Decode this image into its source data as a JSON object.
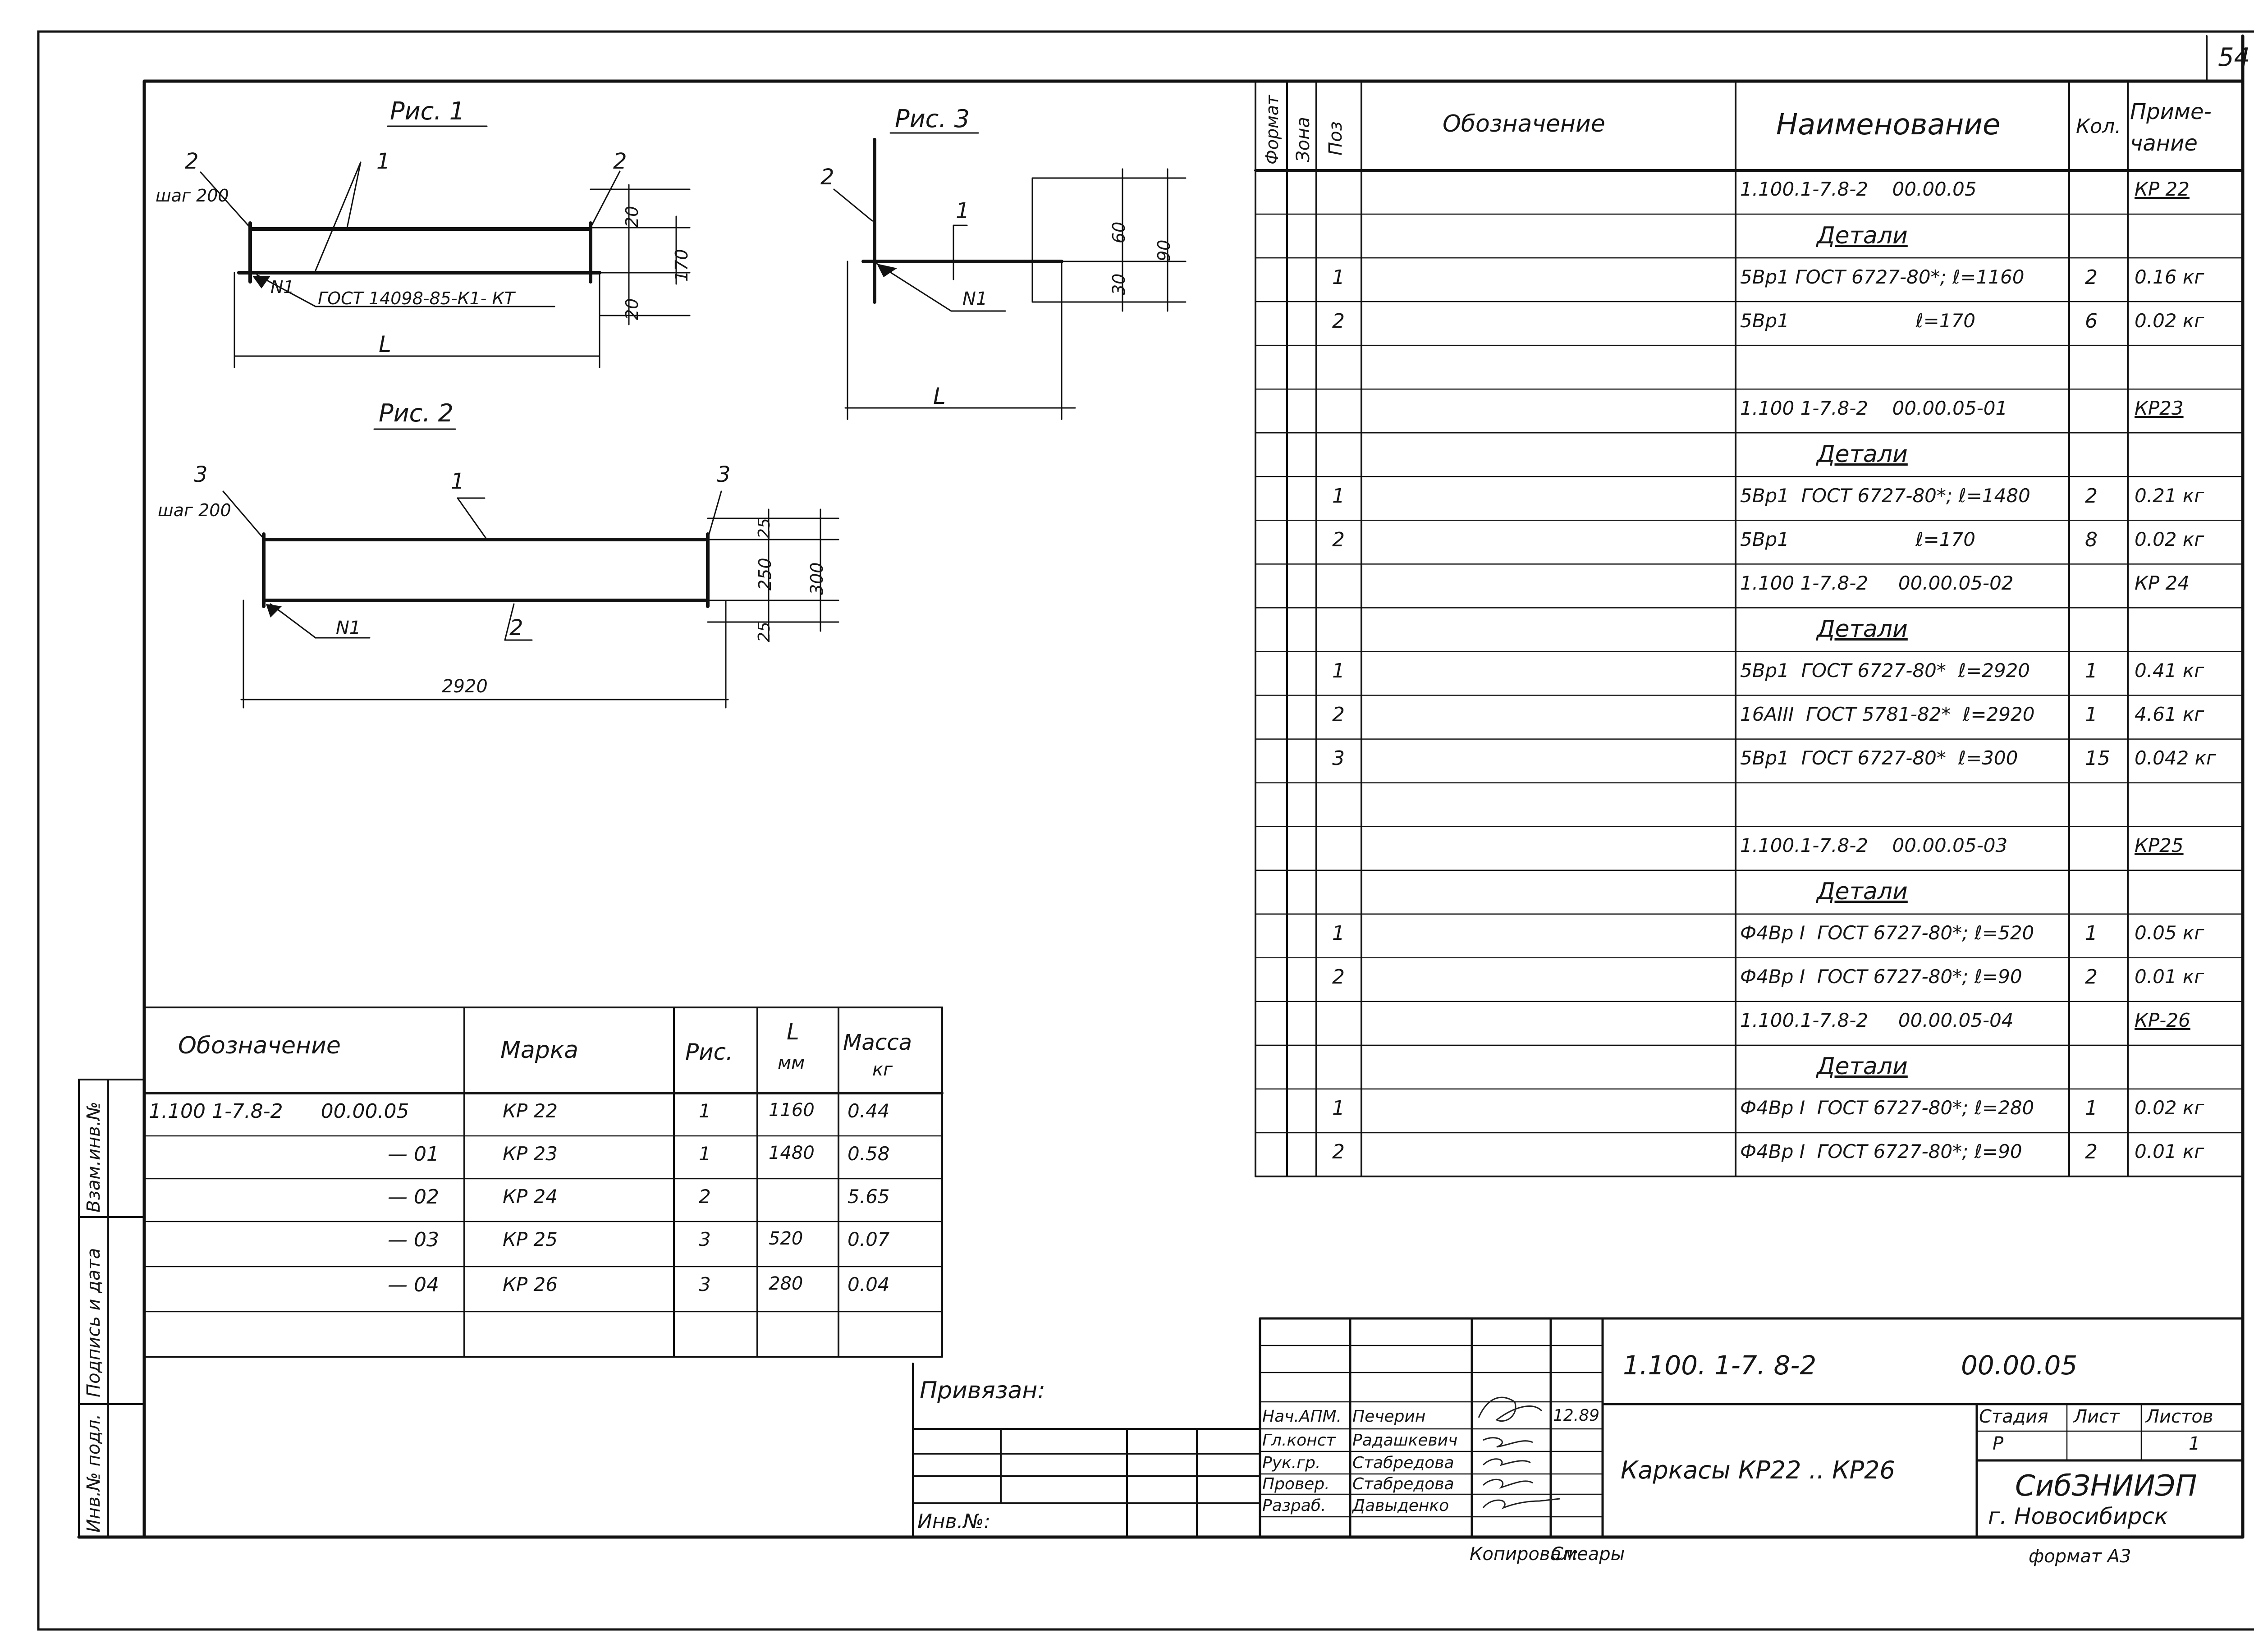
{
  "sheet_number": "54",
  "figures": {
    "fig1": {
      "title": "Рис. 1",
      "labels": {
        "pos2_left": "2",
        "step": "шаг 200",
        "pos1": "1",
        "pos2_right": "2",
        "weld": "N1",
        "gost": "ГОСТ 14098-85-К1- КТ",
        "length": "L",
        "dim_top": "20",
        "dim_bottom": "20",
        "dim_total": "170"
      }
    },
    "fig2": {
      "title": "Рис. 2",
      "labels": {
        "pos3_left": "3",
        "step": "шаг 200",
        "pos1": "1",
        "pos3_right": "3",
        "weld": "N1",
        "pos2": "2",
        "length": "2920",
        "dim_top": "25",
        "dim_mid": "250",
        "dim_bottom": "25",
        "dim_total": "300"
      }
    },
    "fig3": {
      "title": "Рис. 3",
      "labels": {
        "pos2": "2",
        "pos1": "1",
        "weld": "N1",
        "length": "L",
        "dim_60": "60",
        "dim_30": "30",
        "dim_90": "90"
      }
    }
  },
  "marks_table": {
    "headers": [
      "Обозначение",
      "Марка",
      "Рис.",
      "L мм",
      "Масса кг"
    ],
    "header_l_symbol": "L",
    "header_l_unit": "мм",
    "header_mass": "Масса",
    "header_mass_unit": "кг",
    "rows": [
      {
        "designation": "1.100 1-7.8-2      00.00.05",
        "mark": "КР 22",
        "fig": "1",
        "l": "1160",
        "mass": "0.44"
      },
      {
        "designation": "— 01",
        "mark": "КР 23",
        "fig": "1",
        "l": "1480",
        "mass": "0.58"
      },
      {
        "designation": "— 02",
        "mark": "КР 24",
        "fig": "2",
        "l": "",
        "mass": "5.65"
      },
      {
        "designation": "— 03",
        "mark": "КР 25",
        "fig": "3",
        "l": "520",
        "mass": "0.07"
      },
      {
        "designation": "— 04",
        "mark": "КР 26",
        "fig": "3",
        "l": "280",
        "mass": "0.04"
      }
    ]
  },
  "spec_table": {
    "headers": {
      "format": "Формат",
      "zone": "Зона",
      "pos": "Поз",
      "designation": "Обозначение",
      "name": "Наименование",
      "qty": "Кол.",
      "note_1": "Приме-",
      "note_2": "чание"
    },
    "rows": [
      {
        "pos": "",
        "name": "1.100.1-7.8-2    00.00.05",
        "qty": "",
        "note": "КР 22",
        "underline_note": true
      },
      {
        "pos": "",
        "name": "Детали",
        "qty": "",
        "note": "",
        "heading": true
      },
      {
        "pos": "1",
        "name": "5Вр1 ГОСТ 6727-80*; ℓ=1160",
        "qty": "2",
        "note": "0.16 кг"
      },
      {
        "pos": "2",
        "name": "5Вр1                     ℓ=170",
        "qty": "6",
        "note": "0.02 кг"
      },
      {
        "pos": "",
        "name": "",
        "qty": "",
        "note": ""
      },
      {
        "pos": "",
        "name": "1.100 1-7.8-2    00.00.05-01",
        "qty": "",
        "note": "КР23",
        "underline_note": true
      },
      {
        "pos": "",
        "name": "Детали",
        "qty": "",
        "note": "",
        "heading": true
      },
      {
        "pos": "1",
        "name": "5Вр1  ГОСТ 6727-80*; ℓ=1480",
        "qty": "2",
        "note": "0.21 кг"
      },
      {
        "pos": "2",
        "name": "5Вр1                     ℓ=170",
        "qty": "8",
        "note": "0.02 кг"
      },
      {
        "pos": "",
        "name": "1.100 1-7.8-2     00.00.05-02",
        "qty": "",
        "note": "КР 24"
      },
      {
        "pos": "",
        "name": "Детали",
        "qty": "",
        "note": "",
        "heading": true
      },
      {
        "pos": "1",
        "name": "5Вр1  ГОСТ 6727-80*  ℓ=2920",
        "qty": "1",
        "note": "0.41 кг"
      },
      {
        "pos": "2",
        "name": "16АIII  ГОСТ 5781-82*  ℓ=2920",
        "qty": "1",
        "note": "4.61 кг"
      },
      {
        "pos": "3",
        "name": "5Вр1  ГОСТ 6727-80*  ℓ=300",
        "qty": "15",
        "note": "0.042 кг"
      },
      {
        "pos": "",
        "name": "",
        "qty": "",
        "note": ""
      },
      {
        "pos": "",
        "name": "1.100.1-7.8-2    00.00.05-03",
        "qty": "",
        "note": "КР25",
        "underline_note": true
      },
      {
        "pos": "",
        "name": "Детали",
        "qty": "",
        "note": "",
        "heading": true
      },
      {
        "pos": "1",
        "name": "Ф4Вр I  ГОСТ 6727-80*; ℓ=520",
        "qty": "1",
        "note": "0.05 кг"
      },
      {
        "pos": "2",
        "name": "Ф4Вр I  ГОСТ 6727-80*; ℓ=90",
        "qty": "2",
        "note": "0.01 кг"
      },
      {
        "pos": "",
        "name": "1.100.1-7.8-2     00.00.05-04",
        "qty": "",
        "note": "КР-26",
        "underline_note": true
      },
      {
        "pos": "",
        "name": "Детали",
        "qty": "",
        "note": "",
        "heading": true
      },
      {
        "pos": "1",
        "name": "Ф4Вр I  ГОСТ 6727-80*; ℓ=280",
        "qty": "1",
        "note": "0.02 кг"
      },
      {
        "pos": "2",
        "name": "Ф4Вр I  ГОСТ 6727-80*; ℓ=90",
        "qty": "2",
        "note": "0.01 кг"
      }
    ]
  },
  "side_stamp": [
    "Взам.инв.№",
    "Подпись и дата",
    "Инв.№ подл."
  ],
  "binding": {
    "label": "Привязан:",
    "inv_label": "Инв.№:"
  },
  "title_block": {
    "code": "1.100. 1-7. 8-2",
    "code_number": "00.00.05",
    "title": "Каркасы  КР22 .. КР26",
    "stage_header": "Стадия",
    "sheet_header": "Лист",
    "sheets_header": "Листов",
    "stage": "Р",
    "sheet": "",
    "sheets": "1",
    "org_name": "СибЗНИИЭП",
    "org_city": "г. Новосибирск",
    "date": "12.89",
    "people": [
      {
        "role": "Нач.АПМ.",
        "name": "Печерин"
      },
      {
        "role": "Гл.конст",
        "name": "Радашкевич"
      },
      {
        "role": "Рук.гр.",
        "name": "Стабредова"
      },
      {
        "role": "Провер.",
        "name": "Стабредова"
      },
      {
        "role": "Разраб.",
        "name": "Давыденко"
      }
    ]
  },
  "footer": {
    "copied": "Копировал:",
    "copier_signature": "Смеары",
    "format": "формат А3"
  }
}
